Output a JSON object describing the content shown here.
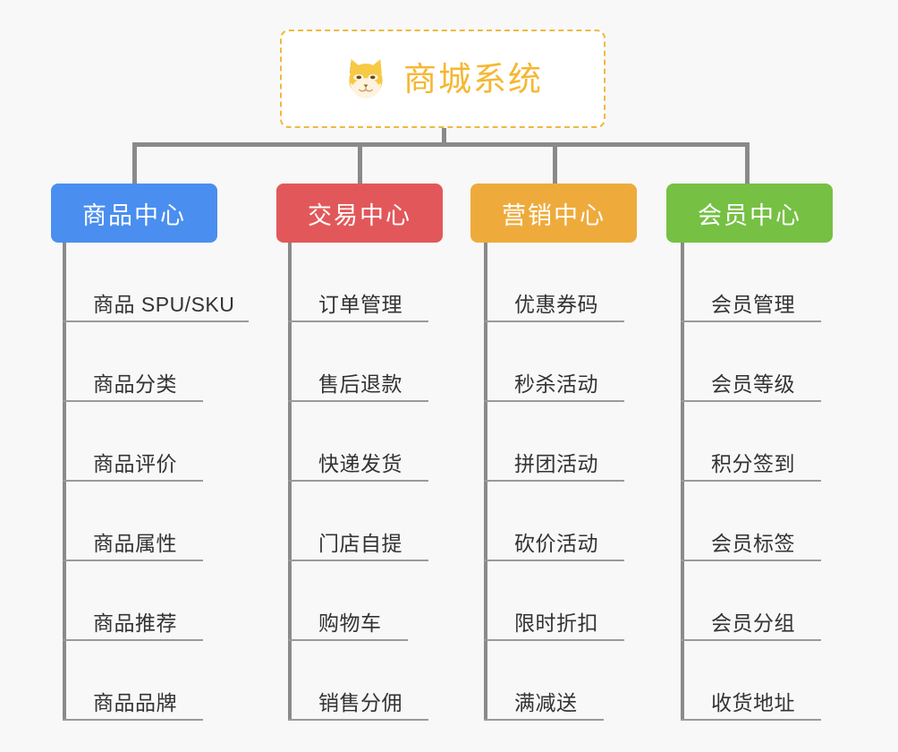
{
  "page": {
    "background_color": "#f8f8f8",
    "diagram_type": "organization-tree"
  },
  "root": {
    "title": "商城系统",
    "icon": "shiba-dog-icon",
    "text_color": "#f5b731",
    "border_color": "#f0b840",
    "background_color": "#ffffff"
  },
  "connector": {
    "color": "#8a8a8a"
  },
  "categories": [
    {
      "label": "商品中心",
      "color": "#4a8ef0",
      "items": [
        "商品 SPU/SKU",
        "商品分类",
        "商品评价",
        "商品属性",
        "商品推荐",
        "商品品牌"
      ]
    },
    {
      "label": "交易中心",
      "color": "#e2585a",
      "items": [
        "订单管理",
        "售后退款",
        "快递发货",
        "门店自提",
        "购物车",
        "销售分佣"
      ]
    },
    {
      "label": "营销中心",
      "color": "#eeab3c",
      "items": [
        "优惠券码",
        "秒杀活动",
        "拼团活动",
        "砍价活动",
        "限时折扣",
        "满减送"
      ]
    },
    {
      "label": "会员中心",
      "color": "#76c044",
      "items": [
        "会员管理",
        "会员等级",
        "积分签到",
        "会员标签",
        "会员分组",
        "收货地址"
      ]
    }
  ]
}
